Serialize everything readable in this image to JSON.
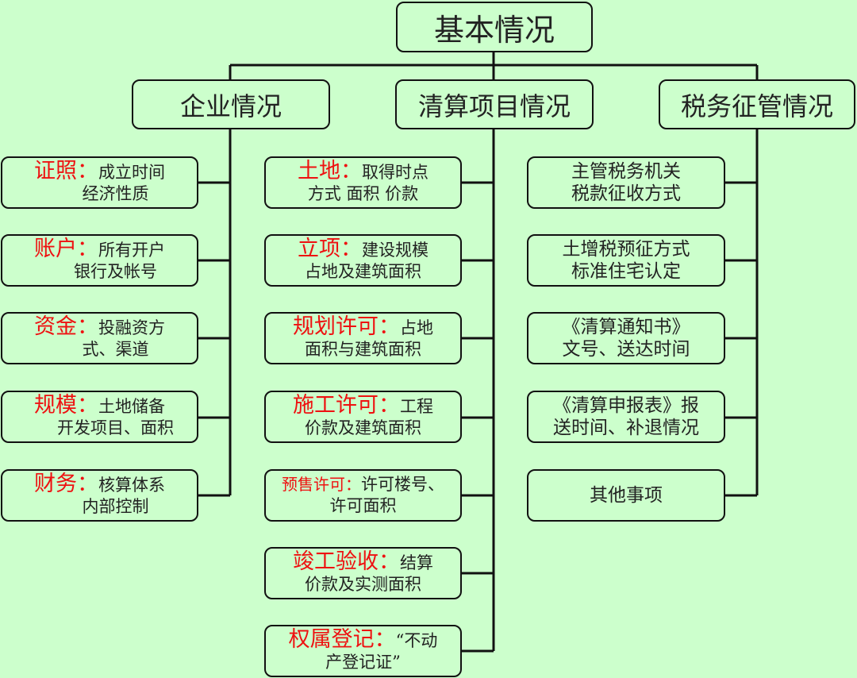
{
  "root": {
    "title": "基本情况"
  },
  "branches": [
    {
      "title": "企业情况",
      "items": [
        {
          "key": "证照：",
          "line1": "成立时间",
          "line2": "经济性质"
        },
        {
          "key": "账户：",
          "line1": "所有开户",
          "line2": "银行及帐号"
        },
        {
          "key": "资金：",
          "line1": "投融资方",
          "line2": "式、渠道"
        },
        {
          "key": "规模：",
          "line1": "土地储备",
          "line2": "开发项目、面积"
        },
        {
          "key": "财务：",
          "line1": "核算体系",
          "line2": "内部控制"
        }
      ]
    },
    {
      "title": "清算项目情况",
      "items": [
        {
          "key": "土地：",
          "line1": "取得时点",
          "line2": "方式  面积  价款"
        },
        {
          "key": "立项：",
          "line1": "建设规模",
          "line2": "占地及建筑面积"
        },
        {
          "key": "规划许可：",
          "line1": "占地",
          "line2": "面积与建筑面积"
        },
        {
          "key": "施工许可：",
          "line1": "工程",
          "line2": "价款及建筑面积"
        },
        {
          "key": "预售许可：",
          "line1": "许可楼号、",
          "line2": "许可面积"
        },
        {
          "key": "竣工验收：",
          "line1": "结算",
          "line2": "价款及实测面积"
        },
        {
          "key": "权属登记：",
          "line1": "“不动",
          "line2": "产登记证”"
        }
      ]
    },
    {
      "title": "税务征管情况",
      "items": [
        {
          "line1": "主管税务机关",
          "line2": "税款征收方式"
        },
        {
          "line1": "土增税预征方式",
          "line2": "标准住宅认定"
        },
        {
          "line1": "《清算通知书》",
          "line2": "文号、送达时间"
        },
        {
          "line1": "《清算申报表》报",
          "line2": "送时间、补退情况"
        },
        {
          "line1": "其他事项",
          "line2": ""
        }
      ]
    }
  ]
}
